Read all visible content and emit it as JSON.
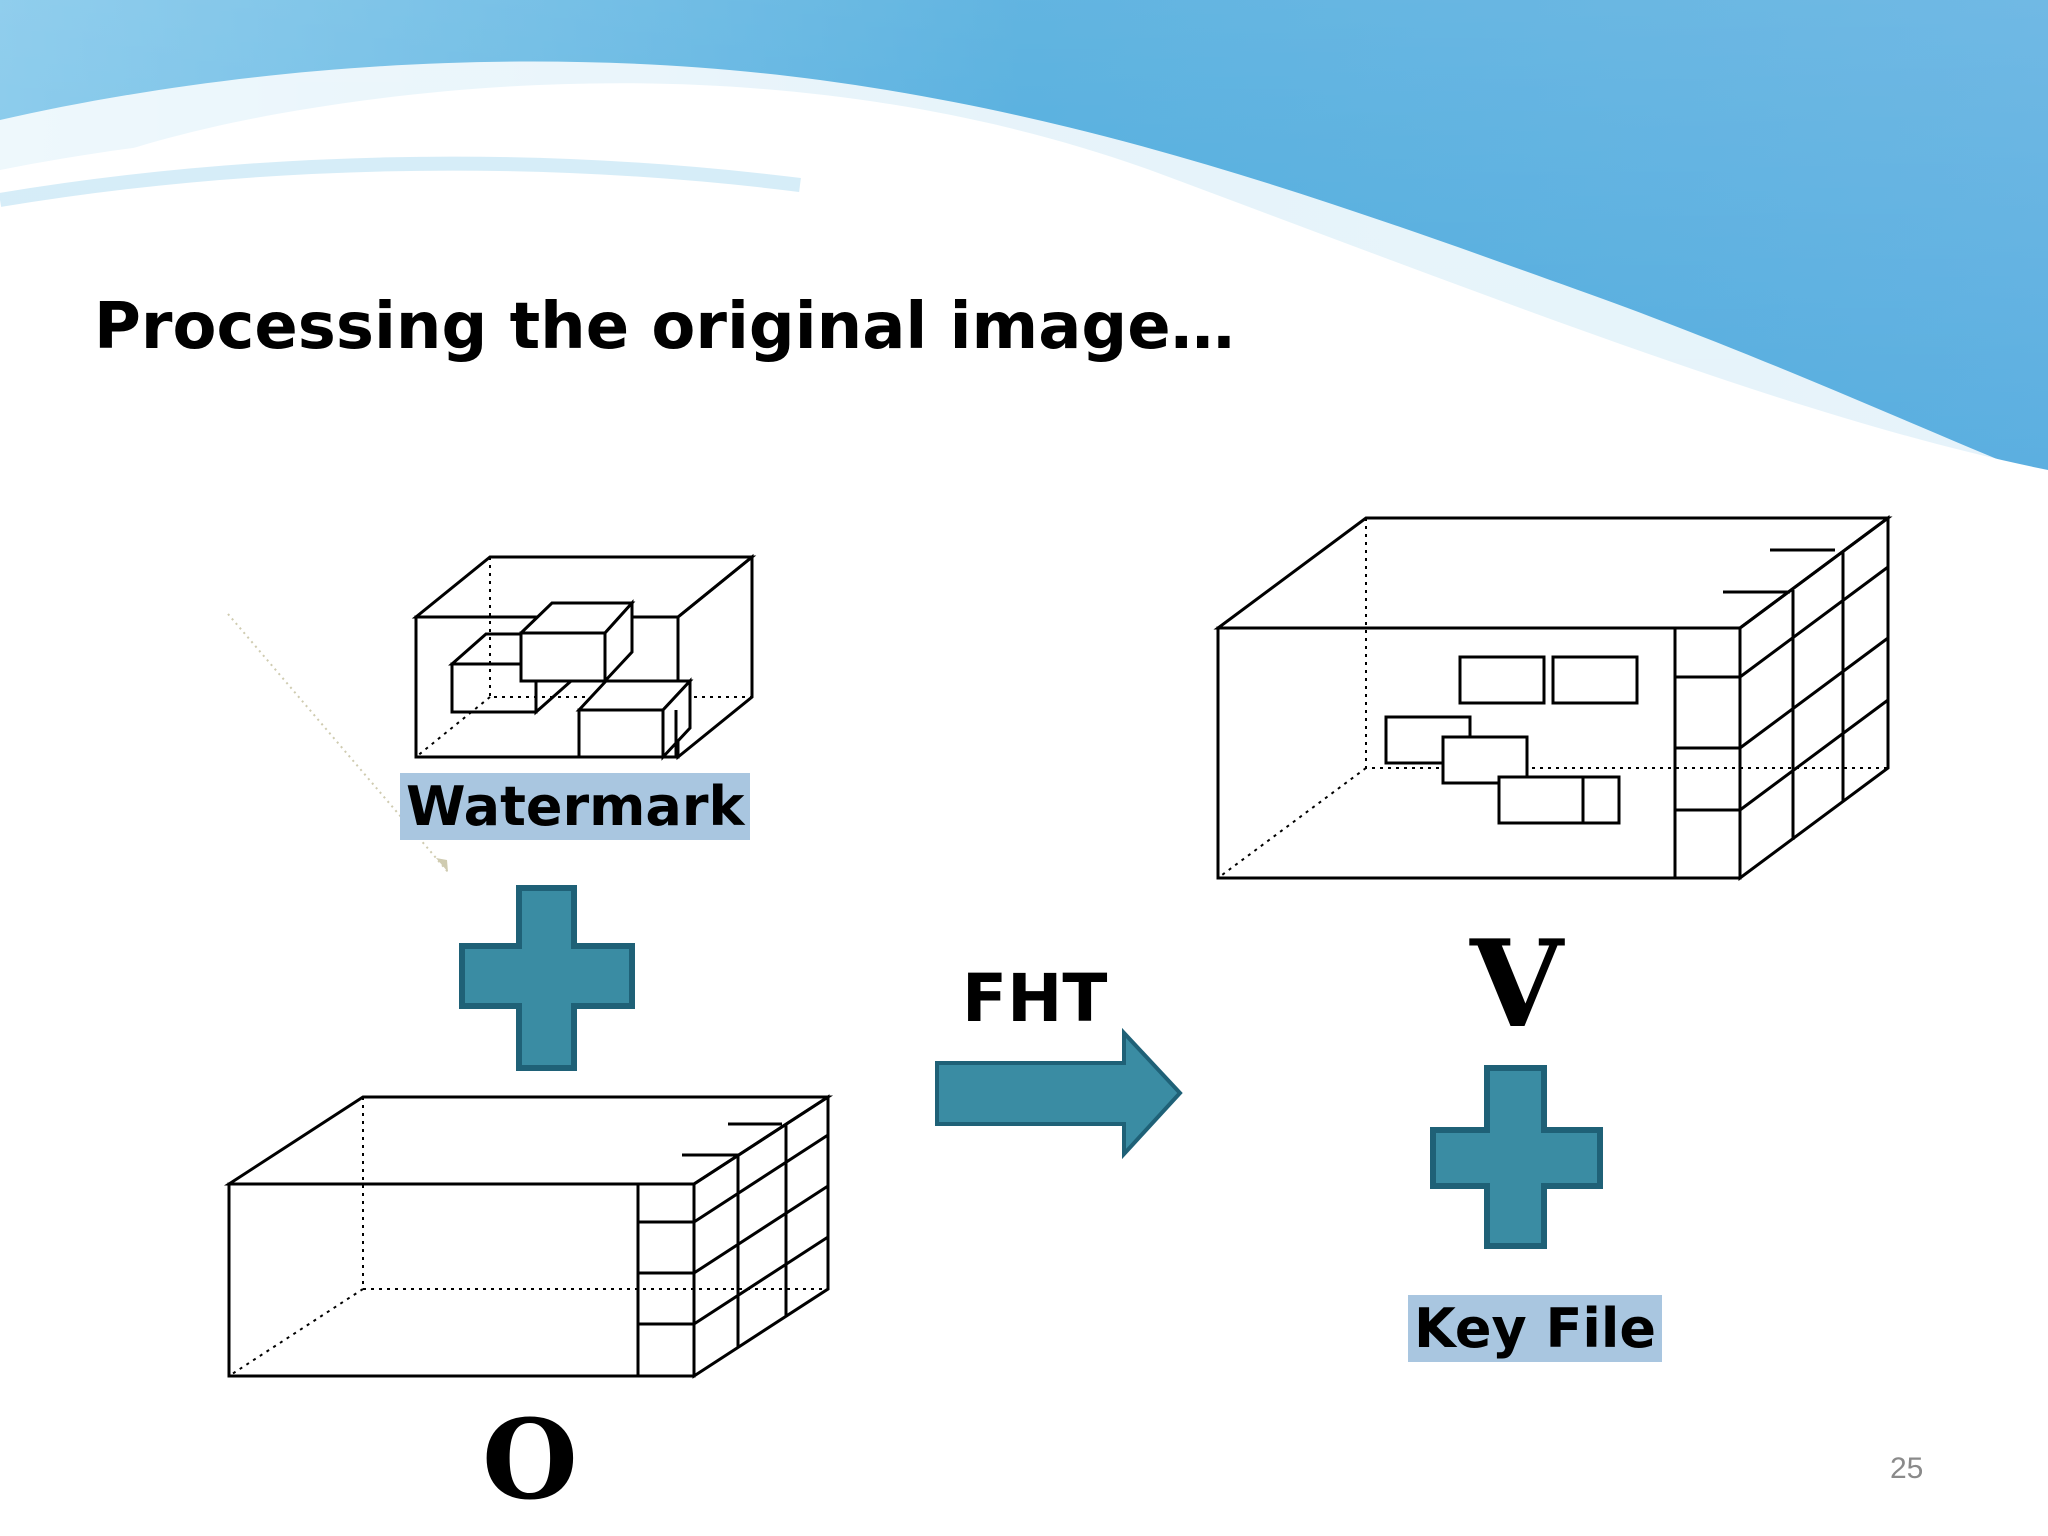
{
  "slide": {
    "title": "Processing the original image…",
    "page_number": "25"
  },
  "diagram": {
    "watermark_label": "Watermark",
    "transform_label": "FHT",
    "key_file_label": "Key File",
    "symbol_v": "V",
    "symbol_o": "O"
  },
  "colors": {
    "accent": "#3a8ca3",
    "accent_border": "#1f6177",
    "label_highlight": "#a9c6e0",
    "wave_blue": "#5aaee0"
  },
  "icons": [
    "plus-icon",
    "right-arrow-icon",
    "cube-wireframe-icon"
  ]
}
